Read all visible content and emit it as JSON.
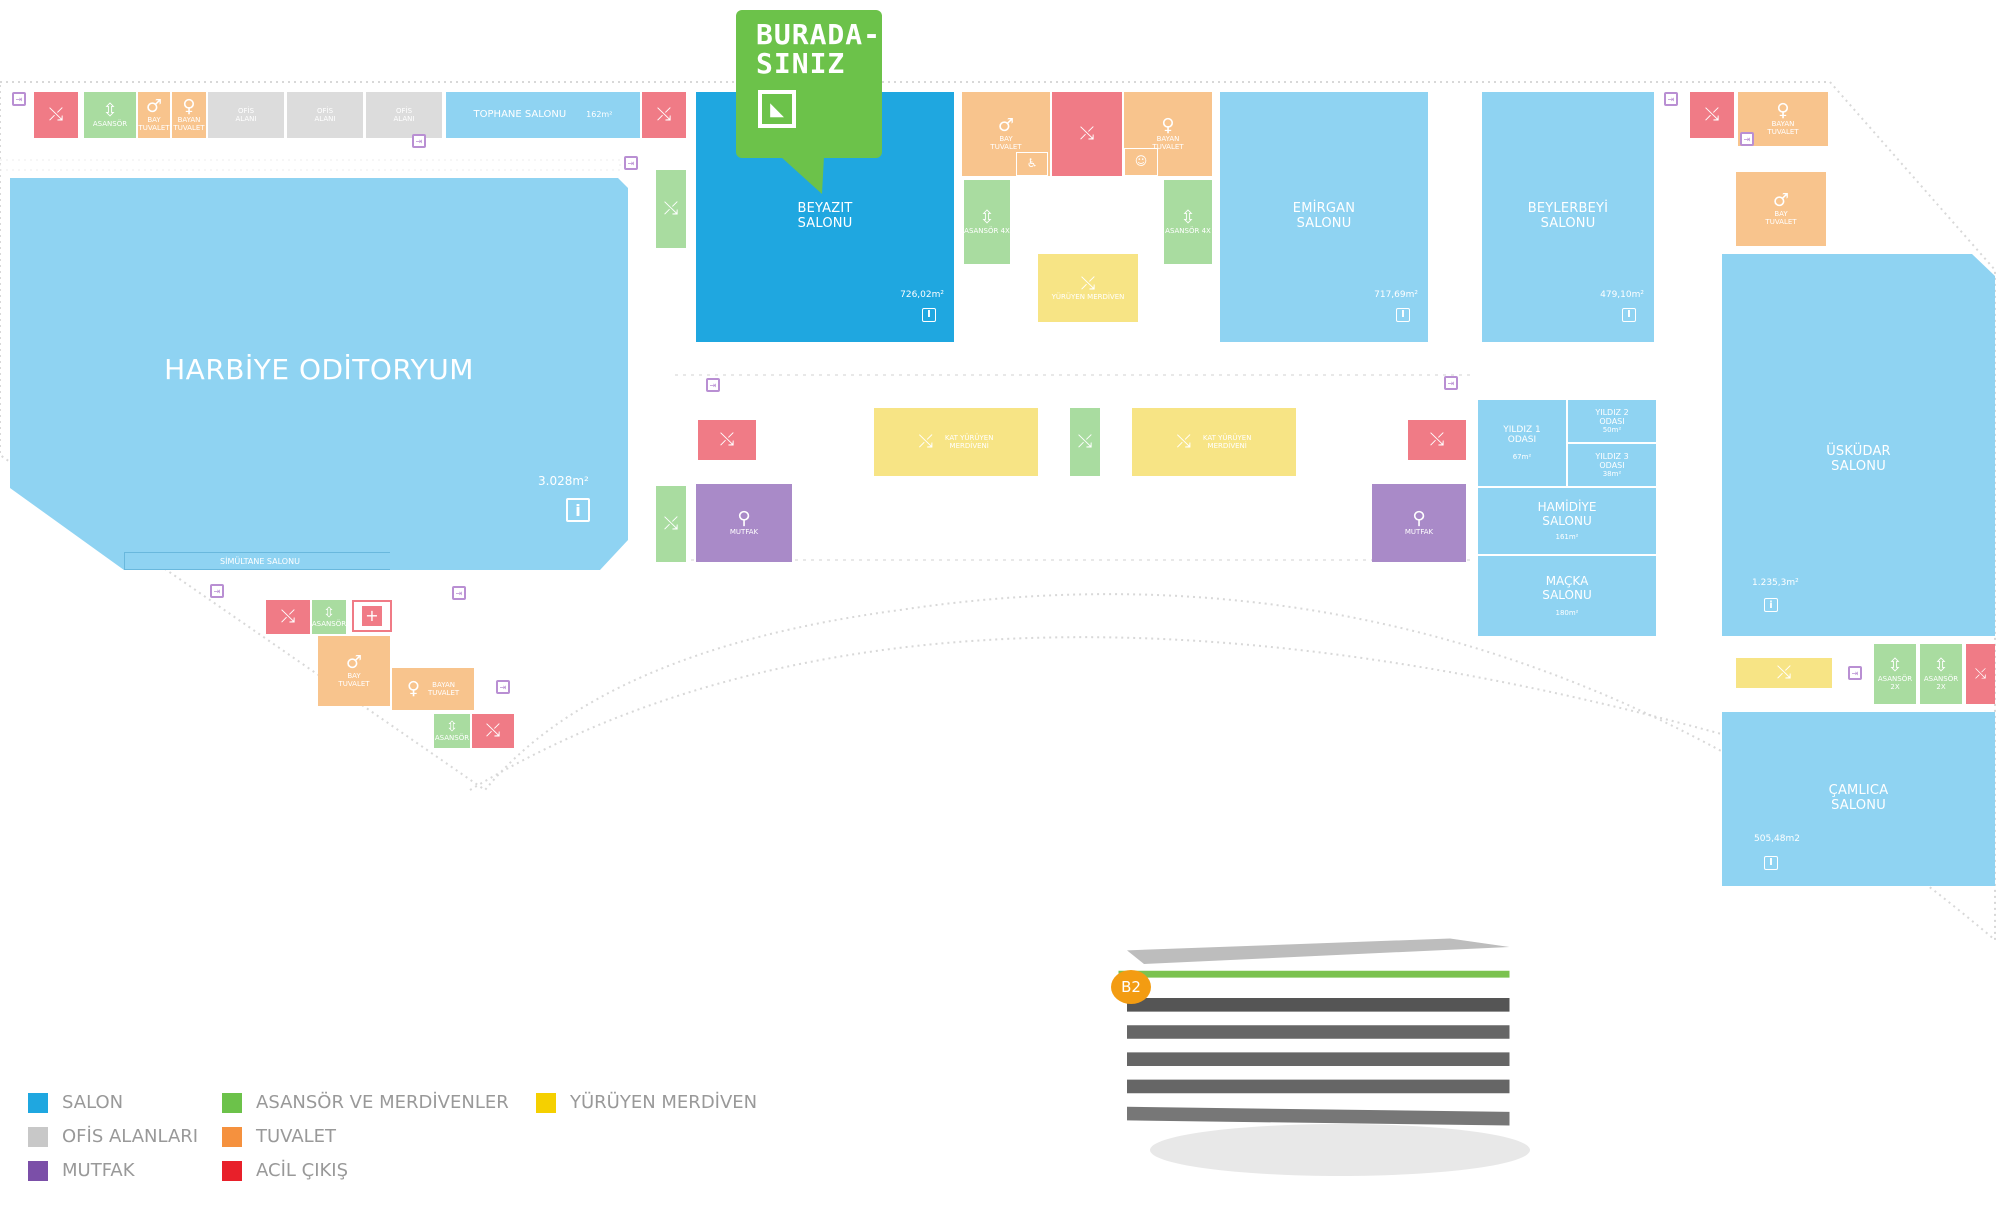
{
  "pin": {
    "line1": "BURADA-",
    "line2": "SINIZ",
    "icon": "you-are-here-icon"
  },
  "floor_badge": "B2",
  "salons": {
    "harbiye": {
      "name": "HARBİYE ODİTORYUM",
      "area": "3.028m²"
    },
    "beyazit": {
      "line1": "BEYAZIT",
      "line2": "SALONU",
      "area": "726,02m²"
    },
    "emirgan": {
      "line1": "EMİRGAN",
      "line2": "SALONU",
      "area": "717,69m²"
    },
    "beylerbeyi": {
      "line1": "BEYLERBEYİ",
      "line2": "SALONU",
      "area": "479,10m²"
    },
    "uskudar": {
      "line1": "ÜSKÜDAR",
      "line2": "SALONU",
      "area": "1.235,3m²"
    },
    "camlica": {
      "line1": "ÇAMLICA",
      "line2": "SALONU",
      "area": "505,48m2"
    },
    "tophane": {
      "name": "TOPHANE SALONU",
      "area": "162m²"
    },
    "yildiz1": {
      "line1": "YILDIZ 1",
      "line2": "ODASI",
      "area": "67m²"
    },
    "yildiz2": {
      "line1": "YILDIZ 2",
      "line2": "ODASI",
      "area": "50m²"
    },
    "yildiz3": {
      "line1": "YILDIZ 3",
      "line2": "ODASI",
      "area": "38m²"
    },
    "hamidiye": {
      "line1": "HAMİDİYE",
      "line2": "SALONU",
      "area": "161m²"
    },
    "macka": {
      "line1": "MAÇKA",
      "line2": "SALONU",
      "area": "180m²"
    }
  },
  "labels": {
    "simultane": "SİMÜLTANE SALONU",
    "ofis_alani_1": "OFİS",
    "ofis_alani_2": "ALANI",
    "asansor": "ASANSÖR",
    "asansor_4x": "ASANSÖR 4X",
    "asansor_2x": "ASANSÖR 2X",
    "bay_tuvalet_1": "BAY",
    "bay_tuvalet_2": "TUVALET",
    "bayan_tuvalet_1": "BAYAN",
    "bayan_tuvalet_2": "TUVALET",
    "mutfak": "MUTFAK",
    "yuruyen_merdiven": "YÜRÜYEN MERDİVEN",
    "kat_yuruyen_1": "KAT YÜRÜYEN",
    "kat_yuruyen_2": "MERDİVENİ",
    "info": "i"
  },
  "legend": [
    {
      "label": "SALON",
      "color": "#1fa7e0"
    },
    {
      "label": "OFİS ALANLARI",
      "color": "#c8c8c8"
    },
    {
      "label": "MUTFAK",
      "color": "#7b4fa8"
    },
    {
      "label": "ASANSÖR VE MERDİVENLER",
      "color": "#6cc24a"
    },
    {
      "label": "TUVALET",
      "color": "#f5913e"
    },
    {
      "label": "ACİL ÇIKIŞ",
      "color": "#e8202a"
    },
    {
      "label": "YÜRÜYEN MERDİVEN",
      "color": "#f5d000"
    }
  ],
  "icons": {
    "stairs": "stairs-icon",
    "exit": "emergency-exit-icon",
    "elevator": "elevator-icon",
    "toilet": "toilet-icon",
    "kitchen": "kitchen-icon",
    "escalator": "escalator-icon",
    "info": "info-icon",
    "first_aid": "first-aid-icon",
    "disabled": "disabled-icon"
  }
}
